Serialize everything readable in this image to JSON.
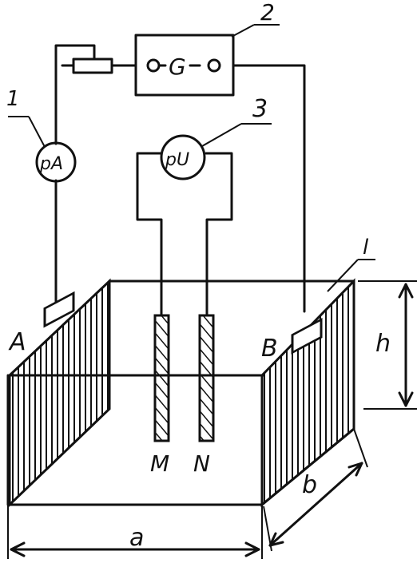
{
  "labels": {
    "num_1": "1",
    "num_2": "2",
    "num_3": "3",
    "meter_a": "pA",
    "meter_u": "pU",
    "generator": "G",
    "electrode_a": "A",
    "electrode_b": "B",
    "probe_m": "M",
    "probe_n": "N",
    "depth": "h",
    "width": "b",
    "length": "a",
    "liquid_level": "l"
  }
}
